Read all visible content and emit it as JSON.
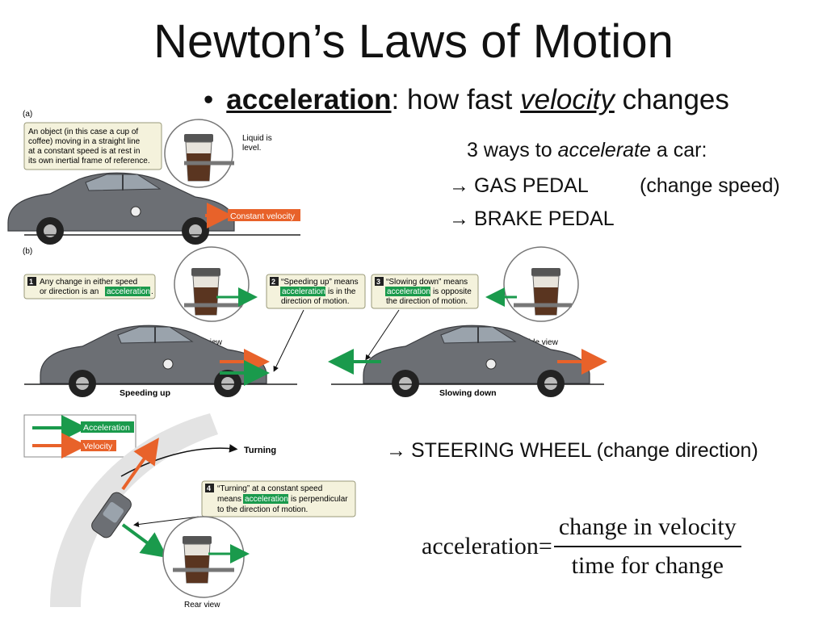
{
  "title": "Newton’s Laws of Motion",
  "bullet": {
    "symbol": "•",
    "term": "acceleration",
    "colon": ":",
    "pre": "how fast",
    "emph": "velocity",
    "post": "changes"
  },
  "ways": {
    "intro_pre": "3 ways to",
    "intro_emph": "accelerate",
    "intro_post": "a car:",
    "arrow": "→",
    "gas": "GAS PEDAL",
    "gas_note": "(change speed)",
    "brake": "BRAKE PEDAL",
    "steering": "STEERING WHEEL (change direction)"
  },
  "formula": {
    "lhs": "acceleration=",
    "numerator": "change in velocity",
    "denominator": "time for change"
  },
  "figure": {
    "panel_a": "(a)",
    "panel_b": "(b)",
    "a_callout": [
      "An object (in this case a cup of",
      "coffee) moving in a straight line",
      "at a constant speed is at rest in",
      "its own inertial frame of reference."
    ],
    "liquid_level": [
      "Liquid is",
      "level."
    ],
    "constant_velocity": "Constant velocity",
    "step1_num": "1",
    "step1": [
      "Any change in either speed",
      "or direction is an",
      "acceleration",
      "."
    ],
    "step2_num": "2",
    "step2": [
      "“Speeding up” means",
      "acceleration",
      "is in the",
      "direction of motion."
    ],
    "step3_num": "3",
    "step3": [
      "“Slowing down” means",
      "acceleration",
      "is opposite",
      "the direction of motion."
    ],
    "side_view": "Side view",
    "speeding_up": "Speeding up",
    "slowing_down": "Slowing down",
    "legend_accel": "Acceleration",
    "legend_vel": "Velocity",
    "turning": "Turning",
    "step4_num": "4",
    "step4": [
      "“Turning” at a constant speed",
      "means",
      "acceleration",
      "is perpendicular",
      "to the direction of motion."
    ],
    "rear_view": "Rear view"
  },
  "colors": {
    "acceleration": "#1a9a4c",
    "velocity": "#e8622a",
    "callout_bg": "#f4f2dc",
    "callout_border": "#9a9a7a"
  }
}
